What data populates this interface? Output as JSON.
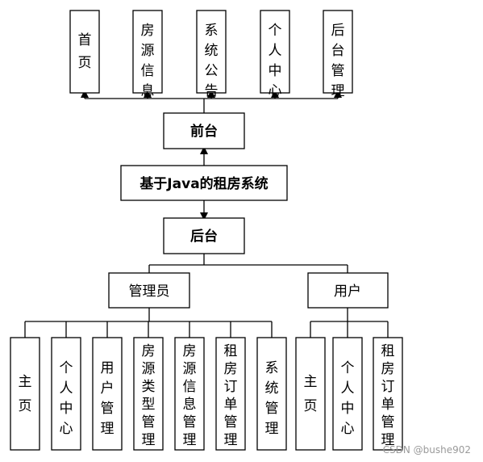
{
  "title": "基于Java的租房系统",
  "frontend": {
    "label": "前台",
    "modules": [
      "首页",
      "房源信息",
      "系统公告",
      "个人中心",
      "后台管理"
    ]
  },
  "backend": {
    "label": "后台",
    "roles": [
      {
        "label": "管理员",
        "modules": [
          "主页",
          "个人中心",
          "用户管理",
          "房源类型管理",
          "房源信息管理",
          "租房订单管理",
          "系统管理"
        ]
      },
      {
        "label": "用户",
        "modules": [
          "主页",
          "个人中心",
          "租房订单管理"
        ]
      }
    ]
  },
  "watermark": "CSDN @bushe902"
}
